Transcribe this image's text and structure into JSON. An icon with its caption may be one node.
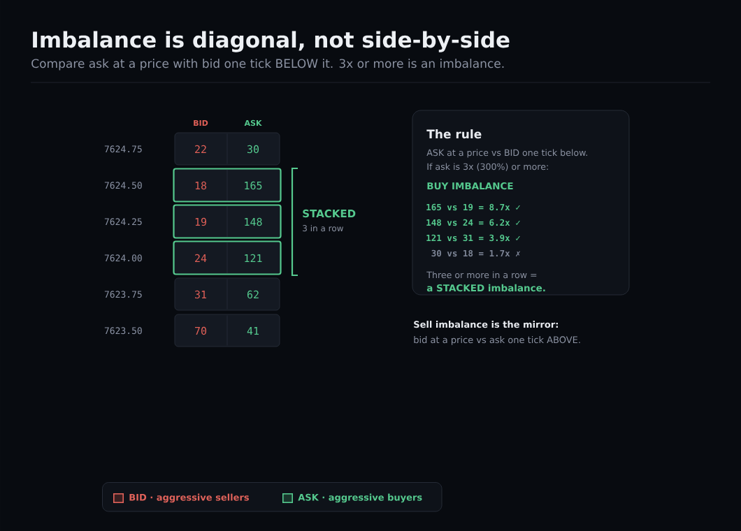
{
  "diagram": {
    "title": "Imbalance is diagonal, not side-by-side",
    "nodes": [
      {
        "text": [
          "22",
          "30"
        ],
        "beside": [
          "7624.75"
        ]
      },
      {
        "text": [
          "18",
          "165"
        ],
        "beside": [
          "7624.50"
        ]
      },
      {
        "text": [
          "19",
          "148"
        ],
        "beside": [
          "7624.25"
        ]
      },
      {
        "text": [
          "24",
          "121"
        ],
        "beside": [
          "7624.00"
        ]
      },
      {
        "text": [
          "31",
          "62"
        ],
        "beside": [
          "7623.75"
        ]
      },
      {
        "text": [
          "70",
          "41"
        ],
        "beside": [
          "7623.50"
        ]
      },
      {
        "text": [
          "The rule",
          "ASK at a price vs BID one tick below.",
          "If ask is 3x (300%) or more:",
          "BUY IMBALANCE",
          "165 vs 19 = 8.7x ✓",
          "148 vs 24 = 6.2x ✓",
          "121 vs 31 = 3.9x ✓",
          "30 vs 18 = 1.7x ✗",
          "Three or more in a row =",
          "a STACKED imbalance."
        ]
      }
    ],
    "labels": [
      "Compare ask at a price with bid one tick BELOW it. 3x or more is an imbalance.",
      "BID",
      "ASK",
      "STACKED",
      "3 in a row",
      "Sell imbalance is the mirror:",
      "bid at a price vs ask one tick ABOVE."
    ],
    "legend": [
      {
        "text": "BID · aggressive sellers",
        "color": "#e0625a"
      },
      {
        "text": "ASK · aggressive buyers",
        "color": "#55c98e"
      }
    ]
  }
}
